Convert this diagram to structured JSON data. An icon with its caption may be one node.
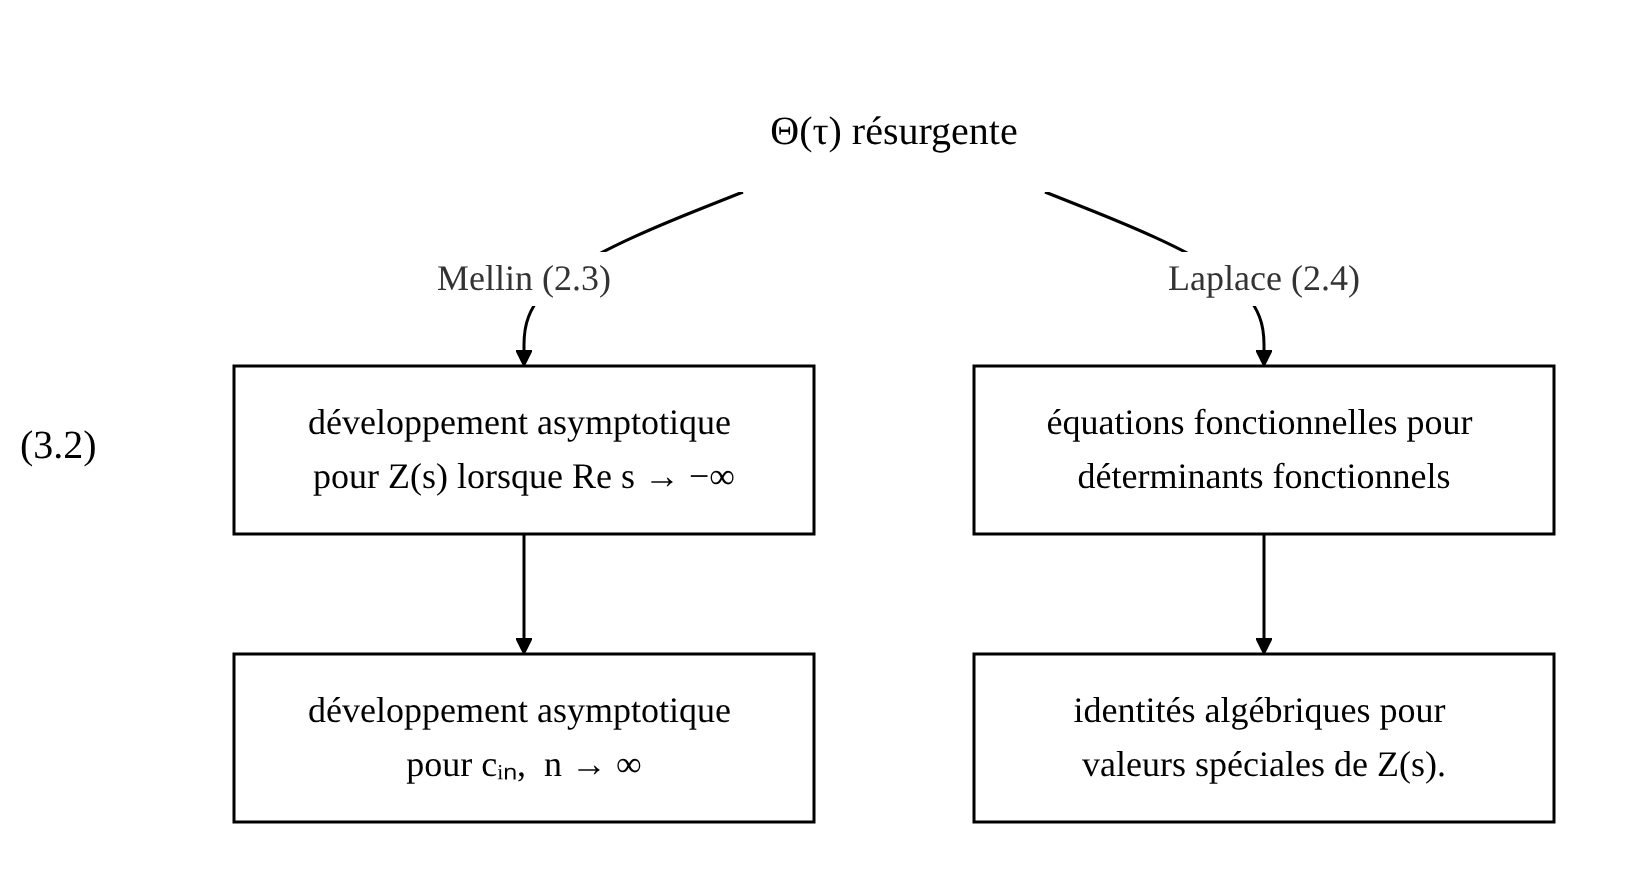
{
  "diagram": {
    "nodes": [
      {
        "text": [
          "Θ(τ) résurgente"
        ]
      },
      {
        "text": [
          "développement asymptotique pour Z(s) lorsque Re s → −∞"
        ]
      },
      {
        "text": [
          "équations fonctionnelles pour déterminants fonctionnels"
        ]
      },
      {
        "text": [
          "développement asymptotique pour cᵢₙ,  n → ∞"
        ]
      },
      {
        "text": [
          "identités algébriques pour valeurs spéciales de Z(s)."
        ]
      }
    ],
    "edges": [
      {
        "from": 0,
        "to": 1,
        "arrow": "to",
        "label": "Mellin (2.3)"
      },
      {
        "from": 0,
        "to": 2,
        "arrow": "to",
        "label": "Laplace (2.4)"
      },
      {
        "from": 1,
        "to": 3,
        "arrow": "to"
      },
      {
        "from": 2,
        "to": 4,
        "arrow": "to"
      }
    ],
    "labels": [
      "(3.2)"
    ]
  }
}
